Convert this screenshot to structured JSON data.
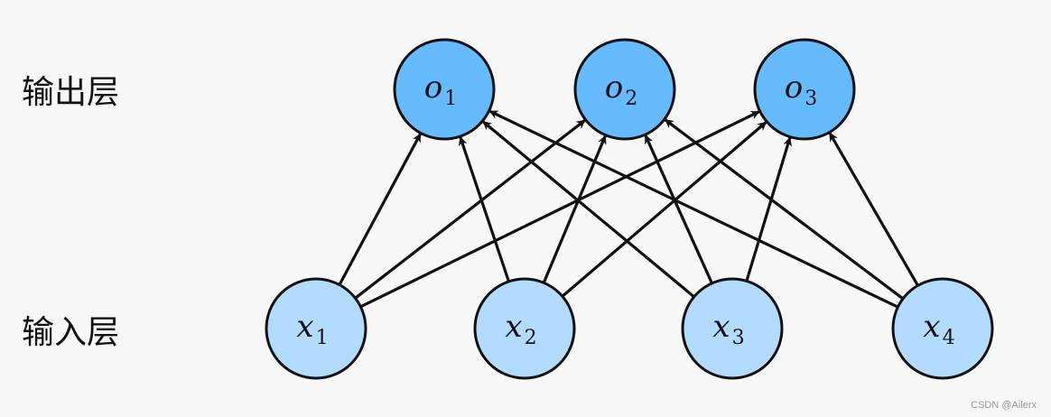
{
  "labels": {
    "output_layer": "输出层",
    "input_layer": "输入层"
  },
  "output_nodes": [
    {
      "var": "o",
      "sub": "1"
    },
    {
      "var": "o",
      "sub": "2"
    },
    {
      "var": "o",
      "sub": "3"
    }
  ],
  "input_nodes": [
    {
      "var": "x",
      "sub": "1"
    },
    {
      "var": "x",
      "sub": "2"
    },
    {
      "var": "x",
      "sub": "3"
    },
    {
      "var": "x",
      "sub": "4"
    }
  ],
  "colors": {
    "output_fill": "#66bbfe",
    "input_fill": "#b3daff",
    "stroke": "#111111",
    "background": "#f8f8f9"
  },
  "connectivity": "fully-connected",
  "watermark": "CSDN @Ailerx"
}
